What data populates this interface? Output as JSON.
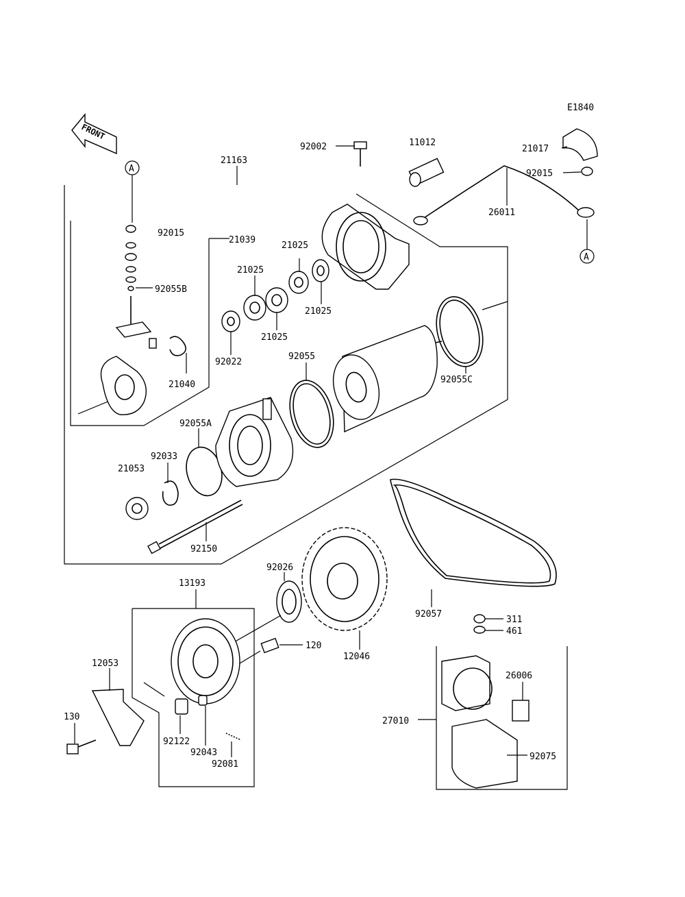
{
  "diagram": {
    "code": "E1840",
    "front_label": "FRONT",
    "ref_marker": "A",
    "part_numbers": {
      "p21163": "21163",
      "p92002": "92002",
      "p11012": "11012",
      "p21017": "21017",
      "p92015a": "92015",
      "p92015b": "92015",
      "p26011": "26011",
      "p21039": "21039",
      "p21025a": "21025",
      "p21025b": "21025",
      "p21025c": "21025",
      "p21025d": "21025",
      "p92055B": "92055B",
      "p92022": "92022",
      "p92055": "92055",
      "p92055C": "92055C",
      "p21040": "21040",
      "p92055A": "92055A",
      "p92033": "92033",
      "p21053": "21053",
      "p92150": "92150",
      "p92026": "92026",
      "p13193": "13193",
      "p120": "120",
      "p12046": "12046",
      "p92057": "92057",
      "p311": "311",
      "p461": "461",
      "p12053": "12053",
      "p130": "130",
      "p92122": "92122",
      "p92043": "92043",
      "p92081": "92081",
      "p26006": "26006",
      "p27010": "27010",
      "p92075": "92075"
    }
  }
}
